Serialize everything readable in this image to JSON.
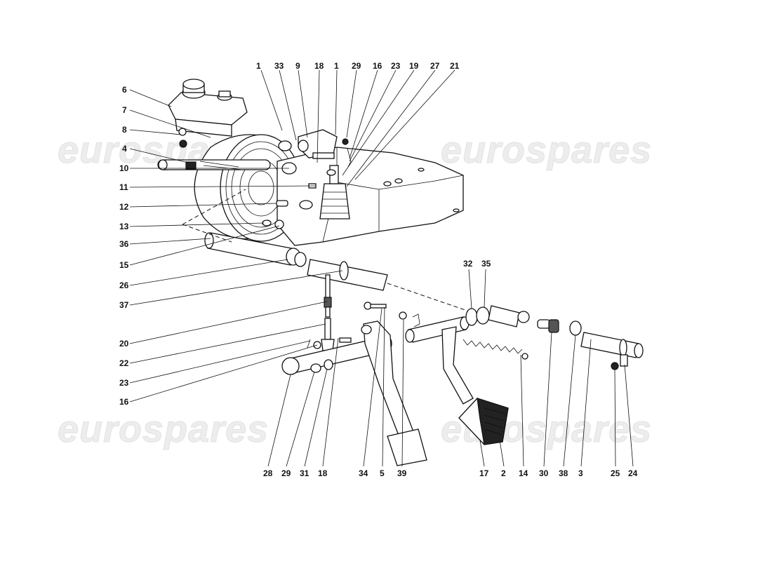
{
  "watermark": {
    "text": "eurospares"
  },
  "callouts": [
    {
      "id": "c-1a",
      "label": "1"
    },
    {
      "id": "c-33",
      "label": "33"
    },
    {
      "id": "c-9",
      "label": "9"
    },
    {
      "id": "c-18a",
      "label": "18"
    },
    {
      "id": "c-1b",
      "label": "1"
    },
    {
      "id": "c-29a",
      "label": "29"
    },
    {
      "id": "c-16a",
      "label": "16"
    },
    {
      "id": "c-23a",
      "label": "23"
    },
    {
      "id": "c-19",
      "label": "19"
    },
    {
      "id": "c-27",
      "label": "27"
    },
    {
      "id": "c-21",
      "label": "21"
    },
    {
      "id": "c-6",
      "label": "6"
    },
    {
      "id": "c-7",
      "label": "7"
    },
    {
      "id": "c-8",
      "label": "8"
    },
    {
      "id": "c-4",
      "label": "4"
    },
    {
      "id": "c-10",
      "label": "10"
    },
    {
      "id": "c-11",
      "label": "11"
    },
    {
      "id": "c-12",
      "label": "12"
    },
    {
      "id": "c-13",
      "label": "13"
    },
    {
      "id": "c-36",
      "label": "36"
    },
    {
      "id": "c-15",
      "label": "15"
    },
    {
      "id": "c-26",
      "label": "26"
    },
    {
      "id": "c-37",
      "label": "37"
    },
    {
      "id": "c-20",
      "label": "20"
    },
    {
      "id": "c-22",
      "label": "22"
    },
    {
      "id": "c-23b",
      "label": "23"
    },
    {
      "id": "c-16b",
      "label": "16"
    },
    {
      "id": "c-32",
      "label": "32"
    },
    {
      "id": "c-35",
      "label": "35"
    },
    {
      "id": "c-28",
      "label": "28"
    },
    {
      "id": "c-29b",
      "label": "29"
    },
    {
      "id": "c-31",
      "label": "31"
    },
    {
      "id": "c-18b",
      "label": "18"
    },
    {
      "id": "c-34",
      "label": "34"
    },
    {
      "id": "c-5",
      "label": "5"
    },
    {
      "id": "c-39",
      "label": "39"
    },
    {
      "id": "c-17",
      "label": "17"
    },
    {
      "id": "c-2",
      "label": "2"
    },
    {
      "id": "c-14",
      "label": "14"
    },
    {
      "id": "c-30",
      "label": "30"
    },
    {
      "id": "c-38",
      "label": "38"
    },
    {
      "id": "c-3",
      "label": "3"
    },
    {
      "id": "c-25",
      "label": "25"
    },
    {
      "id": "c-24",
      "label": "24"
    }
  ]
}
